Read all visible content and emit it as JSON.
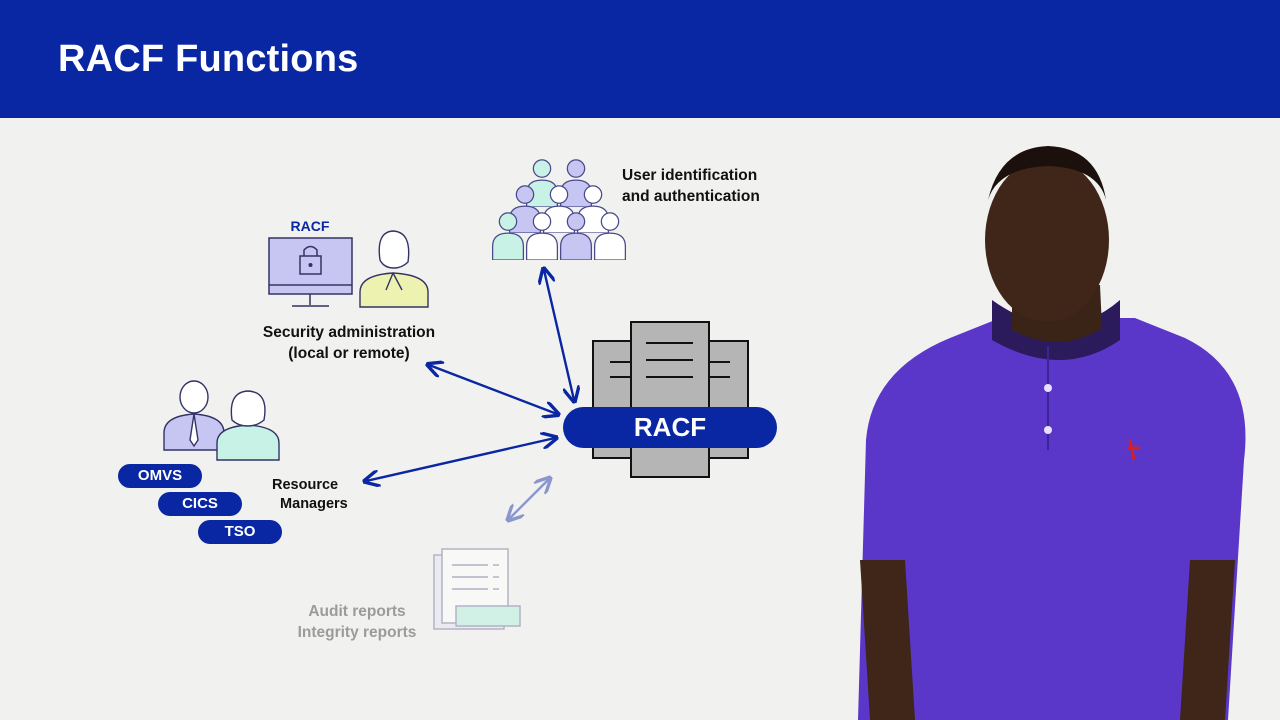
{
  "slide": {
    "title": "RACF Functions"
  },
  "diagram": {
    "center_label": "RACF",
    "monitor_label": "RACF",
    "user_identification": "User identification\nand authentication",
    "security_admin": "Security administration\n(local or remote)",
    "resource_managers": "Resource\n  Managers",
    "audit": "Audit reports\nIntegrity reports",
    "managers": [
      "OMVS",
      "CICS",
      "TSO"
    ]
  },
  "colors": {
    "header": "#0926a3",
    "accent_purple": "#c7c6f2",
    "accent_mint": "#c9f2e6",
    "accent_yellow": "#eef2b0",
    "server_gray": "#b5b5b5",
    "arrow_blue": "#0926a3",
    "arrow_faded": "#8b96cc",
    "shirt": "#5a37c9"
  }
}
